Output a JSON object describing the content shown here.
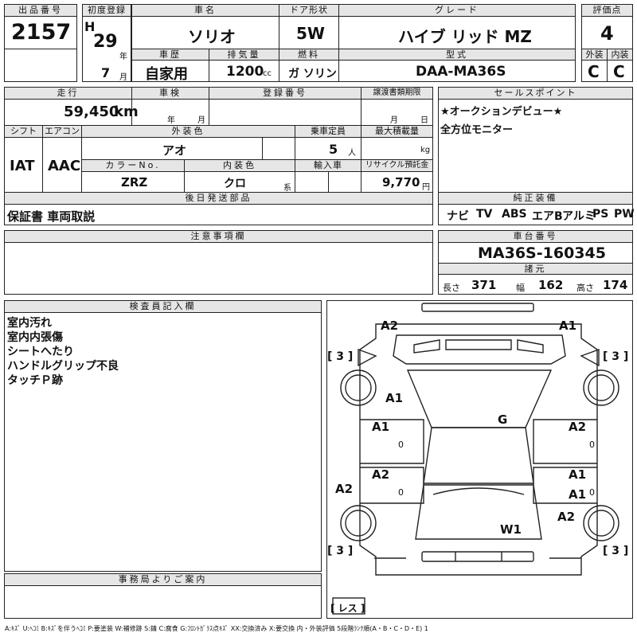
{
  "row1": {
    "lot_no_label": "出品番号",
    "lot_no": "2157",
    "first_reg_label": "初度登録",
    "era": "H",
    "year": "29",
    "year_unit": "年",
    "month": "7",
    "month_unit": "月",
    "car_name_label": "車名",
    "car_name": "ソリオ",
    "door_label": "ドア形状",
    "door": "5W",
    "grade_label": "グレード",
    "grade": "ハイブ リッド MZ",
    "score_label": "評価点",
    "score": "4",
    "history_label": "車歴",
    "history": "自家用",
    "displacement_label": "排気量",
    "displacement": "1200",
    "cc": "cc",
    "fuel_label": "燃料",
    "fuel": "ガ ソリン",
    "model_label": "型式",
    "model": "DAA-MA36S",
    "ext_label": "外装",
    "ext": "C",
    "int_label": "内装",
    "int": "C"
  },
  "row2": {
    "mileage_label": "走行",
    "mileage": "59,450",
    "km": "km",
    "inspection_label": "車検",
    "insp_year": "年",
    "insp_month": "月",
    "reg_no_label": "登録番号",
    "transfer_label": "譲渡書類期限",
    "tr_month": "月",
    "tr_day": "日",
    "sales_label": "セールスポイント",
    "sales_points": [
      "★オークションデビュー★",
      "全方位モニター"
    ]
  },
  "row3": {
    "shift_label": "シフト",
    "shift": "IAT",
    "ac_label": "エアコン",
    "ac": "AAC",
    "color_label": "外装色",
    "color": "アオ",
    "capacity_label": "乗車定員",
    "capacity": "5",
    "capacity_unit": "人",
    "load_label": "最大積載量",
    "load_unit": "kg",
    "color_no_label": "カラーNo.",
    "color_no": "ZRZ",
    "interior_color_label": "内装色",
    "interior_color": "クロ",
    "interior_unit": "系",
    "import_label": "輸入車",
    "recycle_label": "リサイクル預託金",
    "recycle": "9,770",
    "recycle_unit": "円"
  },
  "later_label": "後日発送部品",
  "later_items": "保証書 車両取説",
  "equipment_label": "純正装備",
  "equipment": [
    "ナビ",
    "TV",
    "ABS",
    "エアB",
    "アルミ",
    "PS",
    "PW"
  ],
  "caution_label": "注意事項欄",
  "chassis_label": "車台番号",
  "chassis": "MA36S-160345",
  "dims_label": "諸元",
  "dims": {
    "length_label": "長さ",
    "length": "371",
    "width_label": "幅",
    "width": "162",
    "height_label": "高さ",
    "height": "174"
  },
  "inspector_label": "検査員記入欄",
  "inspector_notes": [
    "室内汚れ",
    "室内内張傷",
    "シートへたり",
    "ハンドルグリップ不良",
    "タッチＰ跡"
  ],
  "office_label": "事務局よりご案内",
  "diagram": {
    "marks": [
      "A2",
      "A1",
      "A1",
      "A1",
      "G",
      "A2",
      "A2",
      "A1",
      "A2",
      "A1",
      "W1",
      "A2"
    ],
    "zeros": [
      "0",
      "0",
      "0",
      "0"
    ],
    "tire_marks": [
      "[ 3 ]",
      "[ 3 ]",
      "[ 3 ]",
      "[ 3 ]"
    ],
    "spare_mark": "[ レス ]"
  },
  "legend": "A:ｷｽﾞ U:ﾍｺﾐ B:ｷｽﾞを伴うﾍｺﾐ P:要塗装 W:補修跡 S:錆 C:腐食 G:ﾌﾛﾝﾄｶﾞﾗｽ点ｷｽﾞ XX:交換済み X:要交換 内・外装評価 5段階ﾗﾝｸ順(A・B・C・D・E) 1"
}
